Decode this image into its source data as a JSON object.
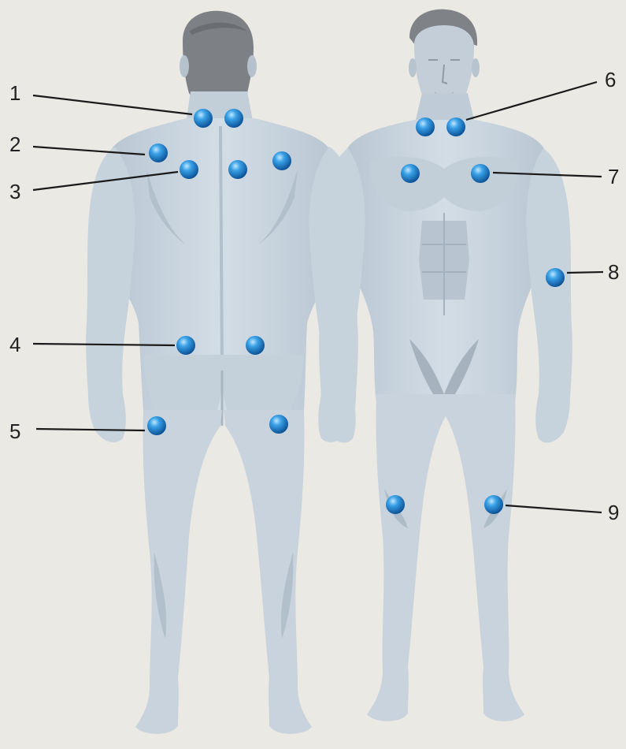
{
  "diagram": {
    "figures": [
      {
        "id": "back",
        "view": "posterior"
      },
      {
        "id": "front",
        "view": "anterior"
      }
    ],
    "colors": {
      "background": "#ebe9e3",
      "body": "#cdd8e2",
      "body_shade": "#b2c0cc",
      "hair": "#808488",
      "marker": "#1b7ec6",
      "leader": "#1a1a1a"
    },
    "callouts": [
      {
        "label": "1",
        "marker_count": 2,
        "region": "base of neck"
      },
      {
        "label": "2",
        "marker_count": 2,
        "region": "shoulder"
      },
      {
        "label": "3",
        "marker_count": 2,
        "region": "upper back"
      },
      {
        "label": "4",
        "marker_count": 2,
        "region": "lower back"
      },
      {
        "label": "5",
        "marker_count": 2,
        "region": "buttock / hip"
      },
      {
        "label": "6",
        "marker_count": 2,
        "region": "front neck"
      },
      {
        "label": "7",
        "marker_count": 2,
        "region": "upper chest"
      },
      {
        "label": "8",
        "marker_count": 1,
        "region": "elbow"
      },
      {
        "label": "9",
        "marker_count": 2,
        "region": "knee"
      }
    ]
  }
}
